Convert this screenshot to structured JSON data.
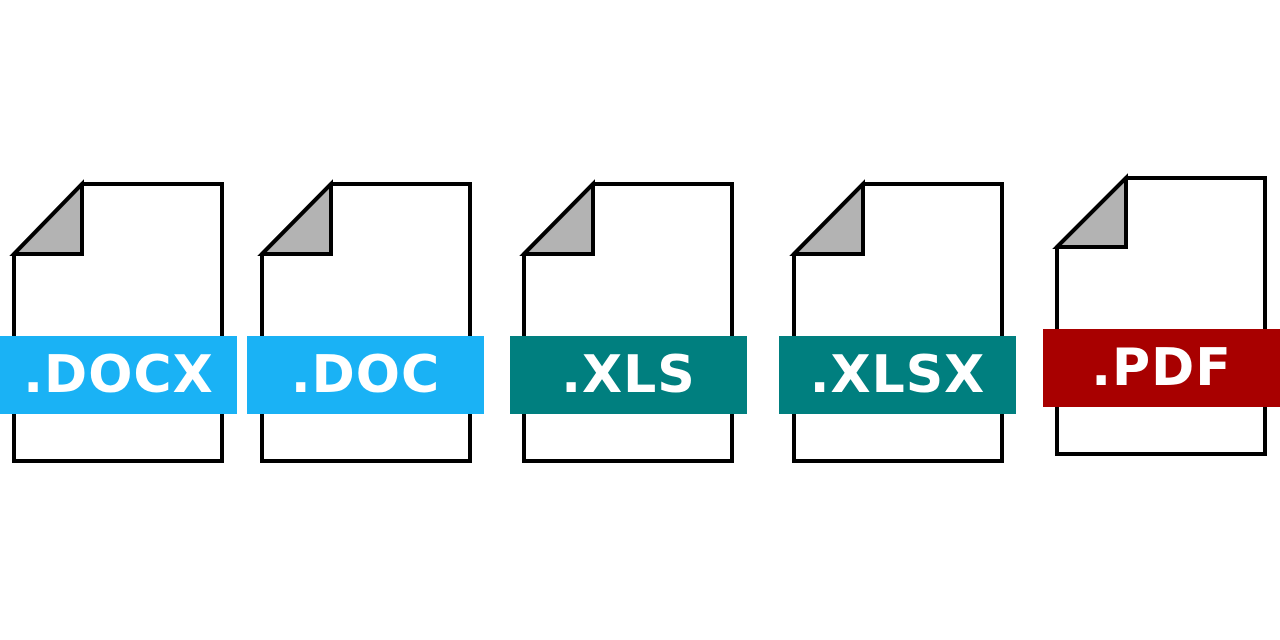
{
  "file_icons": [
    {
      "id": "docx",
      "label": ".DOCX",
      "color": "#1ab2f5"
    },
    {
      "id": "doc",
      "label": ".DOC",
      "color": "#1ab2f5"
    },
    {
      "id": "xls",
      "label": ".XLS",
      "color": "#007f7f"
    },
    {
      "id": "xlsx",
      "label": ".XLSX",
      "color": "#007f7f"
    },
    {
      "id": "pdf",
      "label": ".PDF",
      "color": "#a80000"
    }
  ],
  "page_color": "#cccccc",
  "corner_fold_color": "#b3b3b3",
  "outline_color": "#000000"
}
